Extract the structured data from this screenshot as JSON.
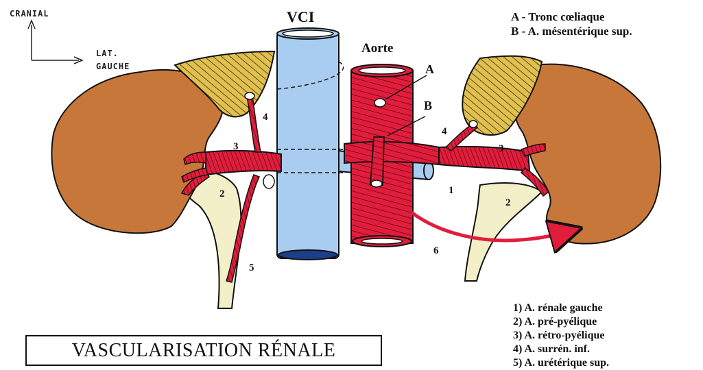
{
  "orientation": {
    "cranial": "CRANIAL",
    "lateral_line1": "LAT.",
    "lateral_line2": "GAUCHE"
  },
  "vessels": {
    "vci": "VCI",
    "aorte": "Aorte"
  },
  "branch_markers": {
    "a": "A",
    "b": "B"
  },
  "top_legend": [
    "A - Tronc cœliaque",
    "B - A. mésentérique sup."
  ],
  "number_labels": {
    "n1": "1",
    "n2_left": "2",
    "n2_right": "2",
    "n3_left": "3",
    "n3_right": "3",
    "n4_left": "4",
    "n4_right": "4",
    "n5": "5",
    "n6": "6"
  },
  "title": "VASCULARISATION RÉNALE",
  "bottom_legend": [
    "1) A. rénale gauche",
    "2) A. pré-pyélique",
    "3) A. rétro-pyélique",
    "4) A. surrén. inf.",
    "5) A. urétérique sup."
  ],
  "colors": {
    "kidney": "#c8773a",
    "adrenal": "#e0c050",
    "ureter": "#f3efc9",
    "vci": "#a9cdf0",
    "aorta": "#e01e3c",
    "artery_stripe": "#5a0010"
  }
}
